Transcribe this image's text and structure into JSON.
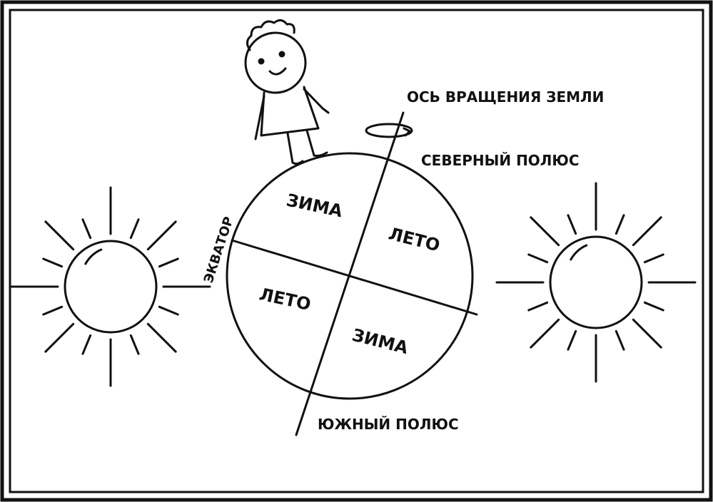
{
  "labels": {
    "axis": "ОСЬ ВРАЩЕНИЯ ЗЕМЛИ",
    "north_pole": "СЕВЕРНЫЙ ПОЛЮС",
    "south_pole": "ЮЖНЫЙ ПОЛЮС",
    "equator": "ЭКВАТОР"
  },
  "quadrants": {
    "top_left": "ЗИМА",
    "top_right": "ЛЕТО",
    "bottom_left": "ЛЕТО",
    "bottom_right": "ЗИМА"
  },
  "colors": {
    "ink": "#111111",
    "background": "#ffffff"
  }
}
